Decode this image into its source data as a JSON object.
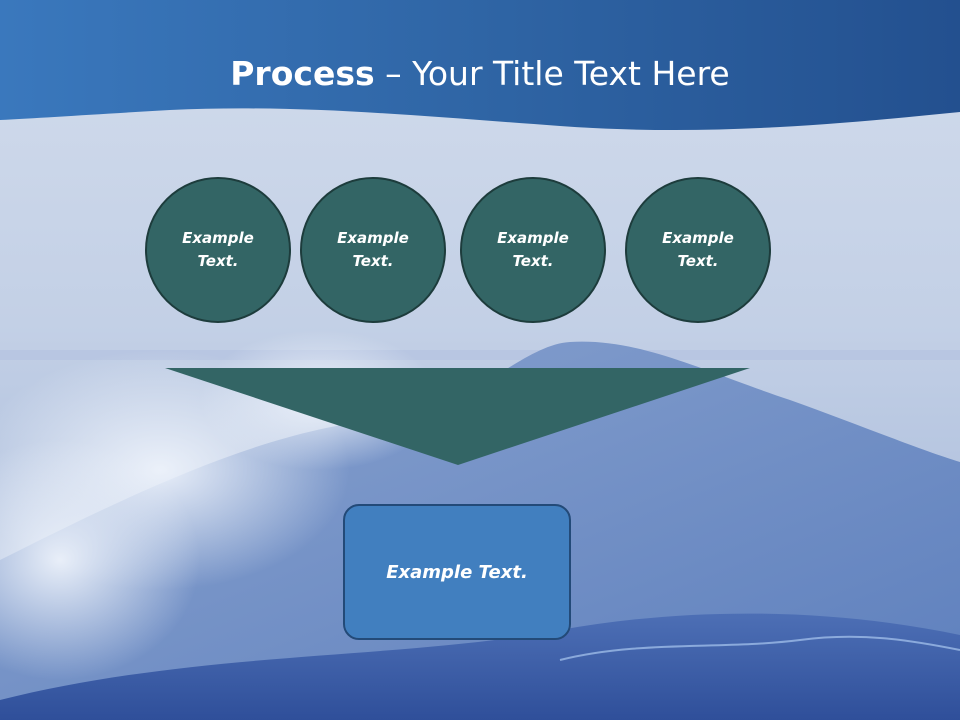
{
  "slide": {
    "title_bold": "Process",
    "title_rest": " – Your Title Text Here"
  },
  "process": {
    "inputs": [
      {
        "text": "Example\nText."
      },
      {
        "text": "Example\nText."
      },
      {
        "text": "Example\nText."
      },
      {
        "text": "Example\nText."
      }
    ],
    "output": {
      "text": "Example Text."
    }
  },
  "colors": {
    "header_blue": "#2f64a0",
    "circle_fill": "#336565",
    "funnel_fill": "#336565",
    "box_fill": "#417fbf",
    "text": "#ffffff"
  }
}
